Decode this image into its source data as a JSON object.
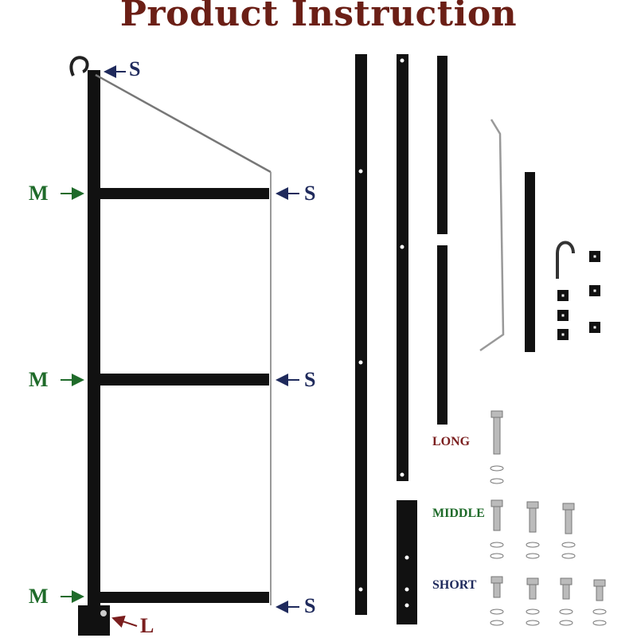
{
  "title": "Product Instruction",
  "labels": {
    "s": "S",
    "m": "M",
    "l": "L"
  },
  "hardware": {
    "long": "LONG",
    "middle": "MIDDLE",
    "short": "SHORT"
  },
  "colors": {
    "title": "#6b1f16",
    "s_label": "#1f2a5c",
    "m_label": "#1f6b2a",
    "l_label": "#7a1e1e",
    "metal": "#111111"
  }
}
